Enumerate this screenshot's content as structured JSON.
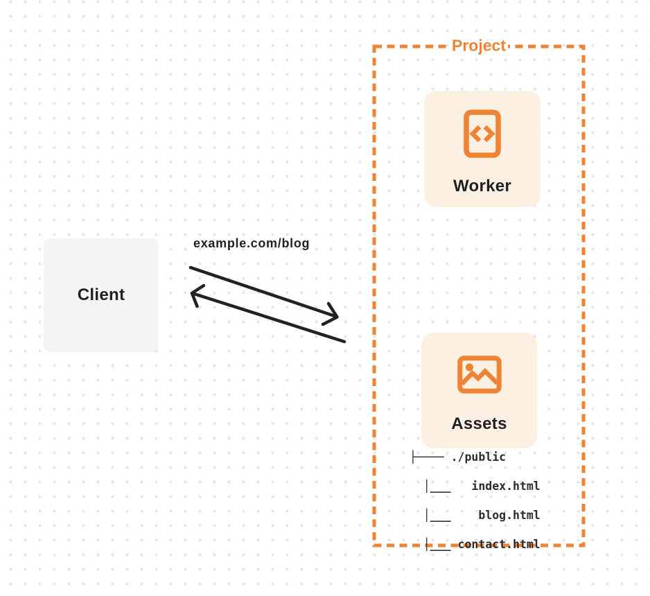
{
  "colors": {
    "accent_orange": "#ef8334",
    "card_background": "#fcf0e3",
    "client_background": "#f4f4f5",
    "ink": "#1f2023",
    "dot_grid": "#e4e4e8"
  },
  "client": {
    "label": "Client"
  },
  "request": {
    "url_label": "example.com/blog"
  },
  "project": {
    "title": "Project",
    "worker": {
      "label": "Worker",
      "icon": "code-document-icon"
    },
    "assets": {
      "label": "Assets",
      "icon": "image-icon",
      "file_tree": {
        "lines": [
          "├──── ./public",
          "  │___   index.html",
          "  │___    blog.html",
          "  │___ contact.html"
        ]
      }
    }
  }
}
